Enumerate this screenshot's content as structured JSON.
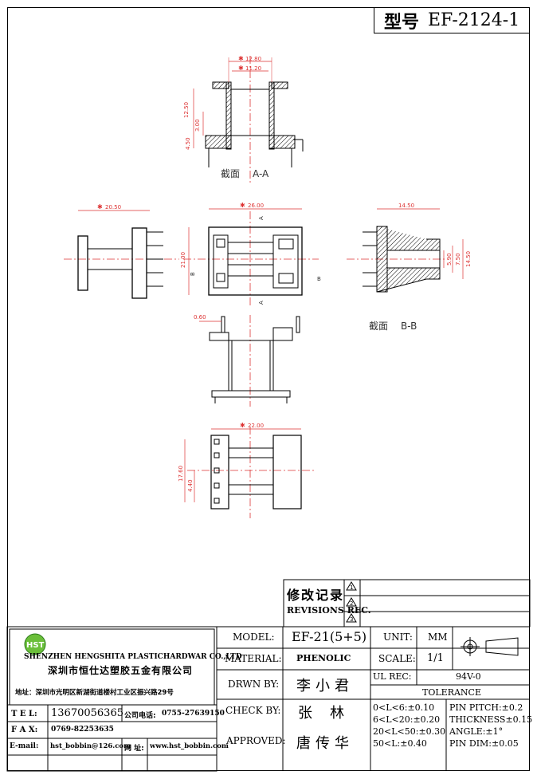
{
  "header": {
    "label": "型号",
    "part_number": "EF-2124-1"
  },
  "drawing": {
    "section_aa": {
      "caption_cn": "截面",
      "caption": "A-A",
      "dim_width_outer": "12.80",
      "dim_width_inner": "11.20",
      "dim_height_total": "12.50",
      "dim_height_mid": "3.00",
      "dim_base": "4.50"
    },
    "side_view": {
      "dim_width": "20.50"
    },
    "front_view": {
      "dim_width": "26.00",
      "dim_height": "21.00",
      "cut_a": "A",
      "cut_b": "B"
    },
    "section_bb": {
      "caption_cn": "截面",
      "caption": "B-B",
      "dim_width": "14.50",
      "dim_a": "5.90",
      "dim_b": "7.50",
      "dim_c": "14.50"
    },
    "elevation": {
      "dim_pin": "0.60"
    },
    "bottom_view": {
      "dim_width": "22.00",
      "dim_height": "17.60",
      "dim_pitch": "4.40"
    }
  },
  "revisions": {
    "title_cn": "修改记录",
    "title_en": "REVISIONS REC.",
    "markers": [
      "1",
      "2",
      "3"
    ]
  },
  "company": {
    "logo_text": "HST",
    "name_en": "SHENZHEN HENGSHITA PLASTICHARDWAR CO.,LTD",
    "name_cn": "深圳市恒仕达塑胶五金有限公司",
    "address": "地址：深圳市光明区新湖街道楼村工业区振兴路29号",
    "tel_label": "T E L:",
    "tel": "13670056365",
    "company_tel_label": "公司电话:",
    "company_tel": "0755-27639150",
    "fax_label": "F A X:",
    "fax": "0769-82253635",
    "email_label": "E-mail:",
    "email": "hst_bobbin@126.com",
    "web_label": "网 址:",
    "web": "www.hst_bobbin.com"
  },
  "title_block": {
    "model_label": "MODEL:",
    "model": "EF-21(5+5)",
    "material_label": "MATERIAL:",
    "material": "PHENOLIC",
    "drawn_label": "DRWN BY:",
    "drawn": "李小君",
    "check_label": "CHECK BY:",
    "check": "张林",
    "approved_label": "APPROVED:",
    "approved": "唐传华",
    "unit_label": "UNIT:",
    "unit": "MM",
    "scale_label": "SCALE:",
    "scale": "1/1",
    "ul_label": "UL REC:",
    "ul": "94V-0",
    "tolerance_label": "TOLERANCE",
    "tol_1": "0<L<6:±0.10",
    "tol_2": "6<L<20:±0.20",
    "tol_3": "20<L<50:±0.30",
    "tol_4": "50<L:±0.40",
    "pin_pitch": "PIN PITCH:±0.2",
    "thickness": "THICKNESS±0.15",
    "angle": "ANGLE:±1°",
    "pin_dim": "PIN DIM:±0.05"
  }
}
